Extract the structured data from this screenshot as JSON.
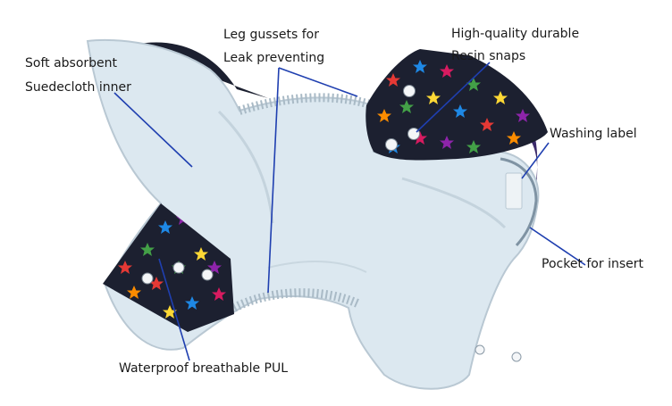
{
  "labels": {
    "inner_line1": "Soft absorbent",
    "inner_line2": "Suedecloth inner",
    "gussets_line1": "Leg gussets for",
    "gussets_line2": "Leak preventing",
    "snaps_line1": "High-quality durable",
    "snaps_line2": "Resin snaps",
    "washing_label": "Washing label",
    "pocket": "Pocket for insert",
    "pul": "Waterproof breathable PUL"
  },
  "colors": {
    "inner_fabric": "#dce8f0",
    "outer_fabric": "#1c2030",
    "leader_line": "#1f3fb0",
    "snap": "#f4f6f8"
  },
  "icons": {
    "snap": "snap-icon",
    "star": "star-icon"
  }
}
